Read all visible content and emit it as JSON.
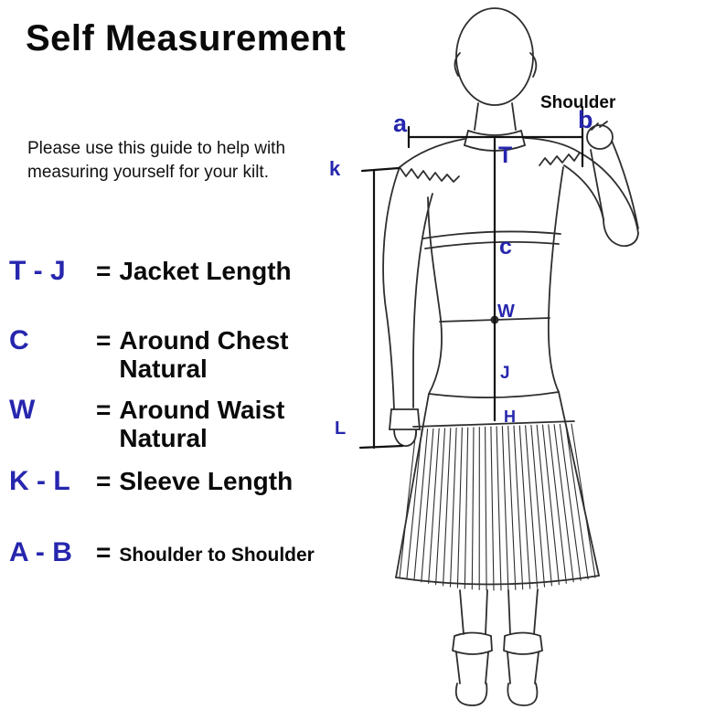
{
  "title": "Self Measurement",
  "intro": "Please use this guide to help with measuring yourself for your kilt.",
  "legend": {
    "rows": [
      {
        "letters": "T - J",
        "eq": "=",
        "label": "Jacket Length"
      },
      {
        "letters": "C",
        "eq": "=",
        "label": "Around Chest Natural"
      },
      {
        "letters": "W",
        "eq": "=",
        "label": "Around Waist Natural"
      },
      {
        "letters": "K - L",
        "eq": "=",
        "label": "Sleeve Length"
      },
      {
        "letters": "A - B",
        "eq": "=",
        "label": "Shoulder to Shoulder"
      }
    ]
  },
  "figure_labels": {
    "a": "a",
    "b": "b",
    "k": "k",
    "l": "L",
    "t": "T",
    "c": "c",
    "w": "W",
    "j": "J",
    "h": "H",
    "shoulder": "Shoulder"
  },
  "colors": {
    "label_blue": "#2626ae",
    "line_dark": "#2e2e2e",
    "measure_black": "#111111"
  }
}
